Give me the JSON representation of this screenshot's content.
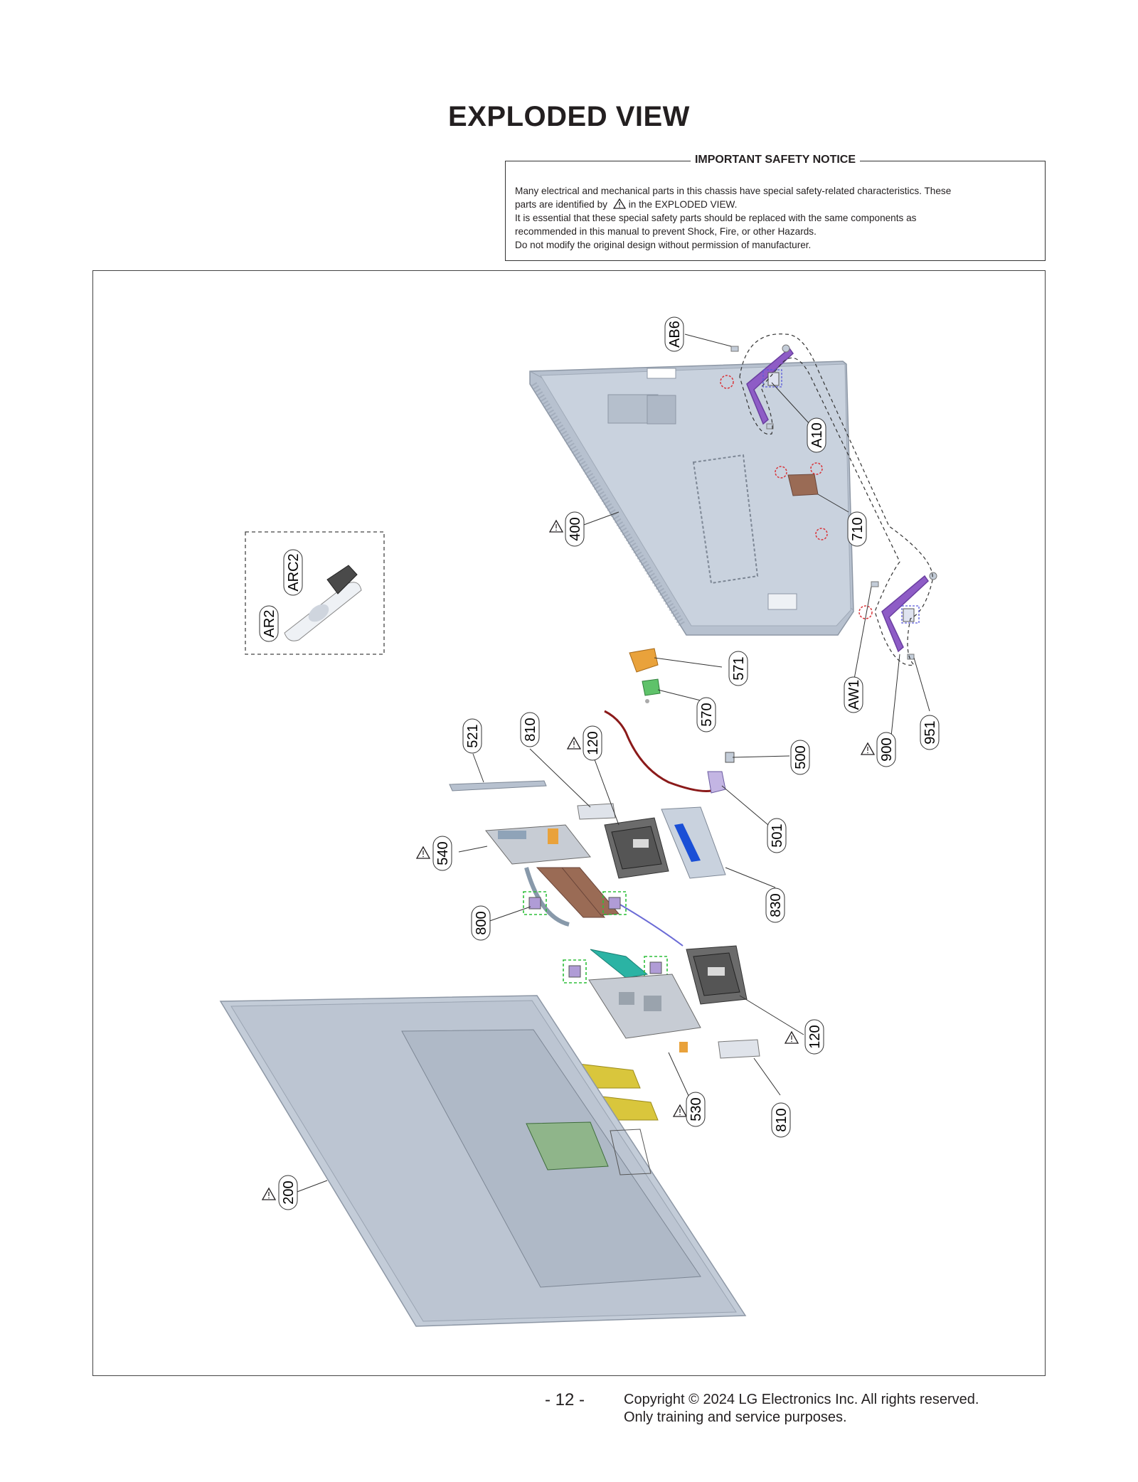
{
  "page": {
    "title": "EXPLODED VIEW",
    "page_number": "- 12 -",
    "copyright_line1": "Copyright © 2024 LG Electronics Inc. All rights reserved.",
    "copyright_line2": "Only training and service purposes."
  },
  "notice": {
    "title": "IMPORTANT SAFETY NOTICE",
    "line1": "Many electrical and mechanical parts in this chassis have special safety-related characteristics. These",
    "line2_before": "parts are identified by",
    "line2_after": "in the EXPLODED VIEW.",
    "line3": "It is essential that these special safety parts should be replaced with the same components as",
    "line4": "recommended in this manual to prevent Shock, Fire, or other Hazards.",
    "line5": "Do not modify the original design without permission of manufacturer."
  },
  "parts": {
    "ab6": "AB6",
    "a10": "A10",
    "p400": "400",
    "p710": "710",
    "arc2": "ARC2",
    "ar2": "AR2",
    "p571": "571",
    "p570": "570",
    "aw1": "AW1",
    "p900": "900",
    "p951": "951",
    "p521": "521",
    "p810a": "810",
    "p120a": "120",
    "p500": "500",
    "p501": "501",
    "p540": "540",
    "p830": "830",
    "p800": "800",
    "p120b": "120",
    "p530": "530",
    "p810b": "810",
    "p200": "200"
  },
  "colors": {
    "panel": "#c3ccd8",
    "stand": "#8e5cc6",
    "board_orange": "#e9a23b",
    "board_green": "#5fc26a",
    "cable_red": "#8b1a1a",
    "flex_brown": "#9a6b55",
    "flex_yellow": "#d9c63c",
    "teal": "#2bb3a4",
    "safety_red": "#d9353a",
    "safety_green": "#2fbf3a"
  }
}
